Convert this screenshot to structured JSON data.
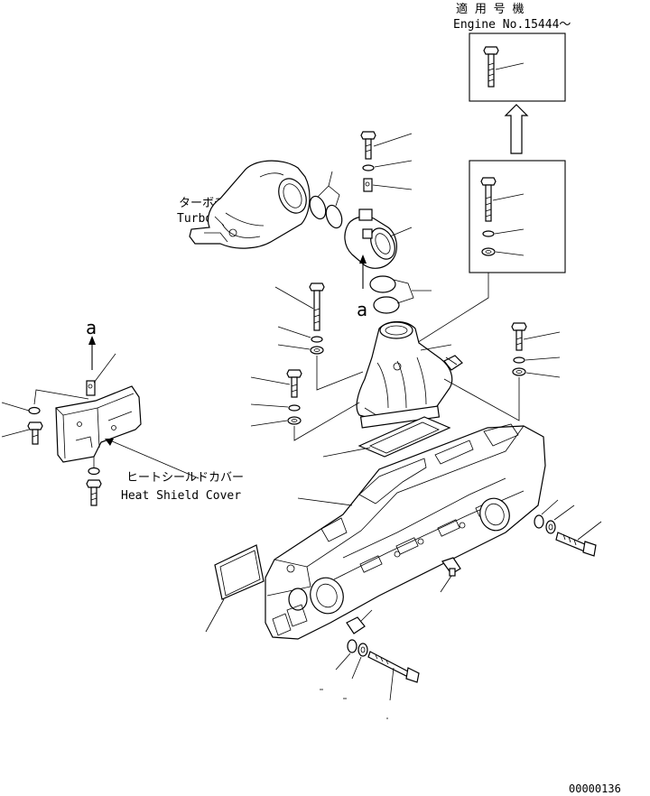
{
  "labels": {
    "applicable_title": "適 用 号 機",
    "engine_no": "Engine No.15444～",
    "turbo_jp": "ターボチャージャ",
    "turbo_en": "Turbocharger",
    "heat_shield_jp": "ヒートシールドカバー",
    "heat_shield_en": "Heat Shield Cover",
    "view_a_1": "a",
    "view_a_2": "a",
    "drawing_number": "00000136"
  },
  "icons": {
    "arrow_up": "arrow-up-icon",
    "block_arrow": "block-arrow-up-icon"
  }
}
